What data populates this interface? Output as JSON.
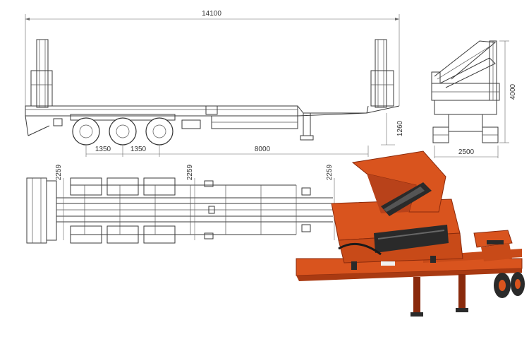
{
  "dimensions": {
    "overall_length": "14100",
    "axle_spacing_1": "1350",
    "axle_spacing_2": "1350",
    "rear_to_kingpin": "8000",
    "coupling_height": "1260",
    "height": "4000",
    "width": "2500",
    "gauge_1": "2259",
    "gauge_2": "2259",
    "gauge_3": "2259"
  },
  "colors": {
    "line": "#3a3a3a",
    "trailer_orange": "#d9541e",
    "trailer_dark": "#8a2a0c",
    "hydraulic_black": "#2a2a2a"
  }
}
